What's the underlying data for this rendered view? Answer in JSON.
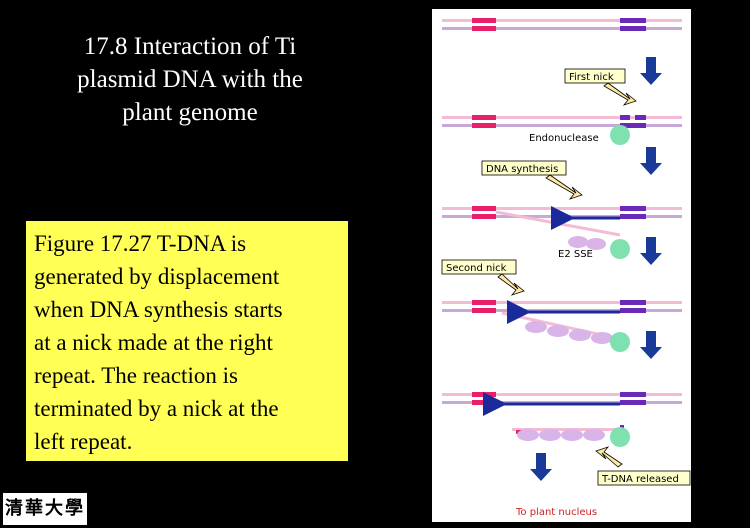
{
  "title": {
    "lines": [
      "17.8 Interaction of Ti",
      "plasmid DNA with the",
      "plant genome"
    ]
  },
  "caption": {
    "lines": [
      "Figure 17.27 T-DNA is",
      "generated by displacement",
      "when DNA synthesis starts",
      "at a nick made at the right",
      "repeat. The reaction is",
      "terminated by a nick at the",
      "left repeat."
    ]
  },
  "logo": {
    "text": "清華大學"
  },
  "figure": {
    "labels": {
      "first_nick": "First nick",
      "endonuclease": "Endonuclease",
      "dna_synthesis": "DNA synthesis",
      "e2_sse": "E2 SSE",
      "second_nick": "Second nick",
      "t_dna_released": "T-DNA released",
      "to_plant_nucleus": "To plant nucleus"
    },
    "colors": {
      "strand_light": "#f4bcd4",
      "strand_mauve": "#c8a8d8",
      "repeat_red": "#e8206a",
      "repeat_purple": "#6a2ab8",
      "arrow_blue": "#1a2a9a",
      "protein_green": "#7fe0b0",
      "protein_lavender": "#d8b4e8",
      "label_box_fill": "#ffffcc",
      "down_arrow": "#1a3a9a",
      "nucleus_text": "#cc2222"
    }
  }
}
